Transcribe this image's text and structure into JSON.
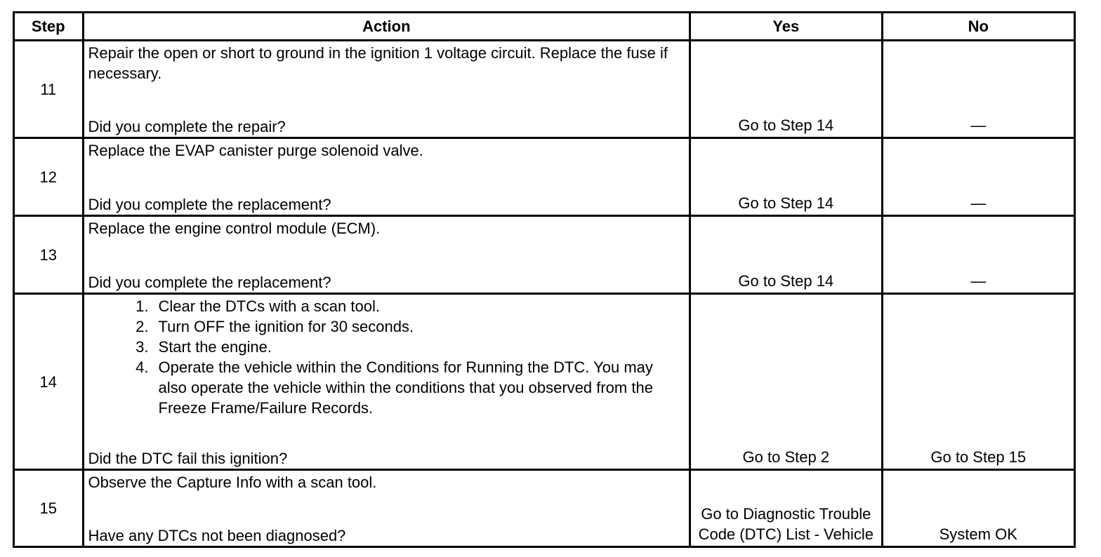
{
  "header": {
    "step": "Step",
    "action": "Action",
    "yes": "Yes",
    "no": "No"
  },
  "rows": [
    {
      "step": "11",
      "instruction": "Repair the open or short to ground in the ignition 1 voltage circuit. Replace the fuse if necessary.",
      "question": "Did you complete the repair?",
      "yes": "Go to Step 14",
      "no": "—"
    },
    {
      "step": "12",
      "instruction": "Replace the EVAP canister purge solenoid valve.",
      "question": "Did you complete the replacement?",
      "yes": "Go to Step 14",
      "no": "—"
    },
    {
      "step": "13",
      "instruction": "Replace the engine control module (ECM).",
      "question": "Did you complete the replacement?",
      "yes": "Go to Step 14",
      "no": "—"
    },
    {
      "step": "14",
      "list": [
        {
          "num": "1.",
          "text": "Clear the DTCs with a scan tool."
        },
        {
          "num": "2.",
          "text": "Turn OFF the ignition for 30 seconds."
        },
        {
          "num": "3.",
          "text": "Start the engine."
        },
        {
          "num": "4.",
          "text": "Operate the vehicle within the Conditions for Running the DTC. You may also operate the vehicle within the conditions that you observed from the Freeze Frame/Failure Records."
        }
      ],
      "question": "Did the DTC fail this ignition?",
      "yes": "Go to Step 2",
      "no": "Go to Step 15"
    },
    {
      "step": "15",
      "instruction": "Observe the Capture Info with a scan tool.",
      "question": "Have any DTCs not been diagnosed?",
      "yes": "Go to Diagnostic Trouble Code (DTC) List - Vehicle",
      "no": "System OK"
    }
  ]
}
